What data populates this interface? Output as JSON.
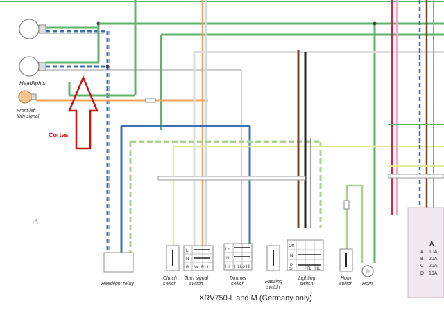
{
  "labels": {
    "headlights": "Headlights",
    "front_left_turn_signal_1": "Front left",
    "front_left_turn_signal_2": "turn signal",
    "annotation": "Cortas",
    "clutch_1": "Clutch",
    "clutch_2": "switch",
    "turn_signal_1": "Turn signal",
    "turn_signal_2": "switch",
    "headlight_relay": "Headlight relay",
    "dimmer_1": "Dimmer",
    "dimmer_2": "switch",
    "passing_1": "Passing",
    "passing_2": "switch",
    "lighting_1": "Lighting",
    "lighting_2": "switch",
    "horn_switch_1": "Horn",
    "horn_switch_2": "switch",
    "horn": "Horn",
    "model_title": "XRV750-L and M (Germany only)"
  },
  "switch_letters": {
    "ts_L": "L",
    "ts_N": "N",
    "ts_R": "R",
    "ts_W": "W",
    "ts_R2": "R",
    "ts_L2": "L",
    "dim_Lo": "Lo",
    "dim_N": "N",
    "dim_Hi": "Hi",
    "dim_HL": "HL",
    "dim_Lo2": "Lo",
    "dim_Hi2": "Hi",
    "lt_off": "Off",
    "lt_N": "N",
    "lt_P": "P",
    "lt_on": "On",
    "lt_TL": "TL",
    "lt_HL": "HL"
  },
  "fuse_box": {
    "header": "A",
    "rows": [
      {
        "letter": "A",
        "value": "10A"
      },
      {
        "letter": "B",
        "value": "20A"
      },
      {
        "letter": "C",
        "value": "20A"
      },
      {
        "letter": "D",
        "value": "10A"
      }
    ]
  },
  "colors": {
    "green": "#5fb36a",
    "light_green": "#a8d48e",
    "blue": "#3f6fb5",
    "light_blue": "#8fb6de",
    "orange": "#f2a35c",
    "red": "#d8244a",
    "pink": "#f2a7c7",
    "brown": "#6b4a2f",
    "black": "#222222",
    "yellow_green": "#d8e67a",
    "grey": "#9a9a9a",
    "annotation_red": "#cc1111"
  }
}
